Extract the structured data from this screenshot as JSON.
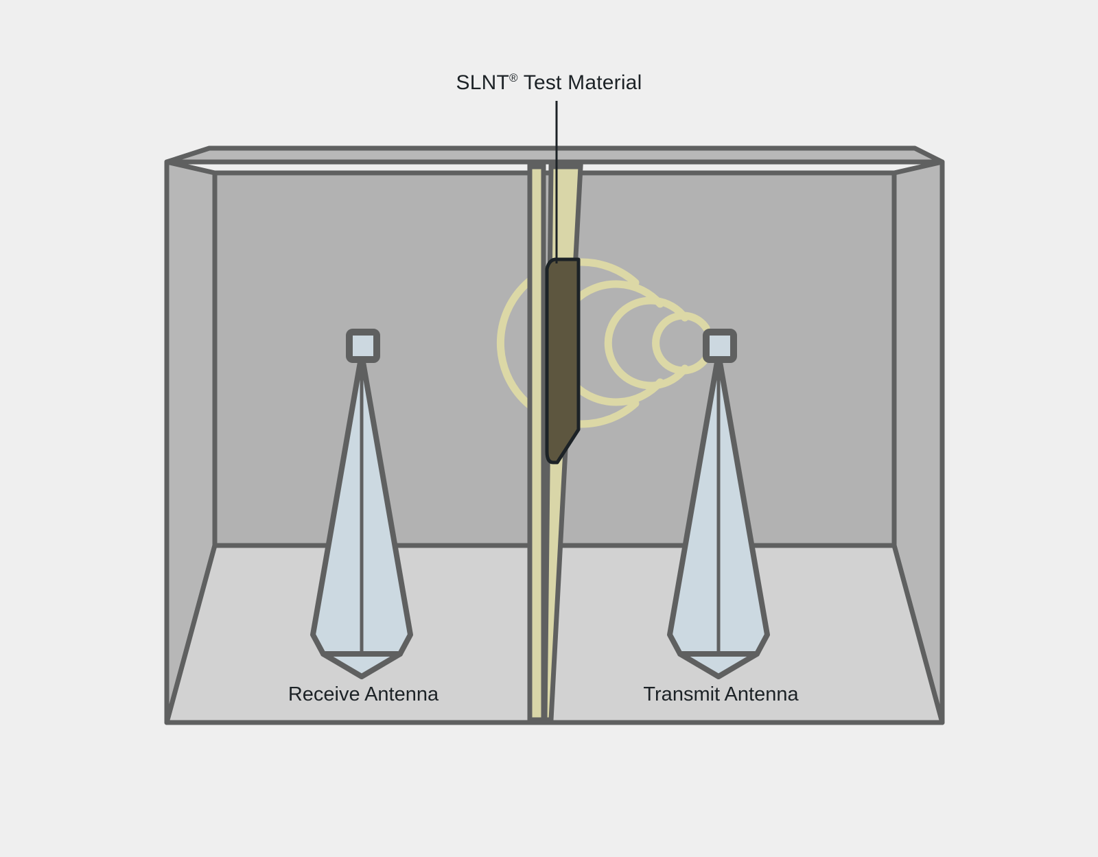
{
  "diagram": {
    "title_prefix": "SLNT",
    "title_mark": "®",
    "title_suffix": " Test Material",
    "title_full": "SLNT® Test Material",
    "background_color": "#efefef",
    "labels": {
      "receive_antenna": "Receive Antenna",
      "transmit_antenna": "Transmit Antenna"
    },
    "colors": {
      "outline": "#5f6060",
      "back_wall": "#b2b2b2",
      "side_wall": "#b7b7b7",
      "ceiling": "#b8b8b8",
      "floor": "#d2d2d2",
      "test_material": "#d9d6a8",
      "sample_patch": "#5d563f",
      "antenna_body": "#ccd9e1",
      "antenna_head": "#ccd8e0",
      "wave": "#dcd8a6",
      "leader_line": "#1c2226",
      "text": "#1c2226"
    },
    "elements": {
      "chamber": "anechoic-test-chamber",
      "divider_panel": "slnt-test-material-panel",
      "sample_patch": "slnt-material-sample",
      "waves": "rf-signal-waves",
      "wave_count": 4,
      "receive_antenna": "horn-antenna-receive",
      "transmit_antenna": "horn-antenna-transmit",
      "leader": "title-leader-line"
    }
  },
  "chart_data": {
    "type": "diagram",
    "title": "SLNT® Test Material",
    "description": "RF shielding attenuation test setup: a transmit horn antenna emits signal waves toward a SLNT test material panel dividing a chamber, with a receive horn antenna on the opposite side.",
    "annotations": [
      {
        "label": "SLNT® Test Material",
        "target": "center divider panel"
      },
      {
        "label": "Receive Antenna",
        "target": "left horn antenna"
      },
      {
        "label": "Transmit Antenna",
        "target": "right horn antenna"
      }
    ]
  }
}
